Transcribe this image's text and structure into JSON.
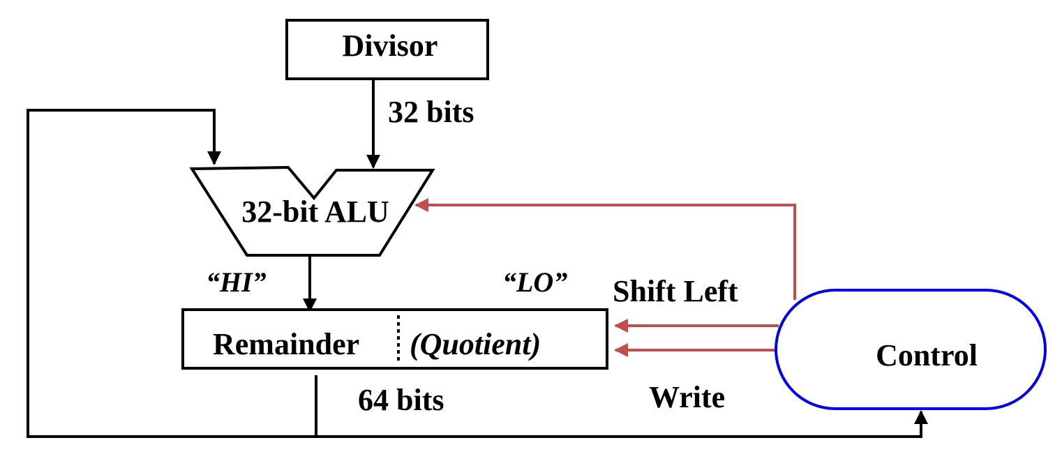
{
  "diagram": {
    "divisor_label": "Divisor",
    "divisor_width_label": "32 bits",
    "alu_label": "32-bit ALU",
    "hi_label": "“HI”",
    "lo_label": "“LO”",
    "remainder_label": "Remainder",
    "quotient_label": "(Quotient)",
    "remainder_width_label": "64 bits",
    "shift_left_label": "Shift Left",
    "write_label": "Write",
    "control_label": "Control"
  },
  "colors": {
    "line": "#000000",
    "control_signal": "#c0504d",
    "control_unit": "#0000ee",
    "quotient_text": "#4f81bd"
  }
}
